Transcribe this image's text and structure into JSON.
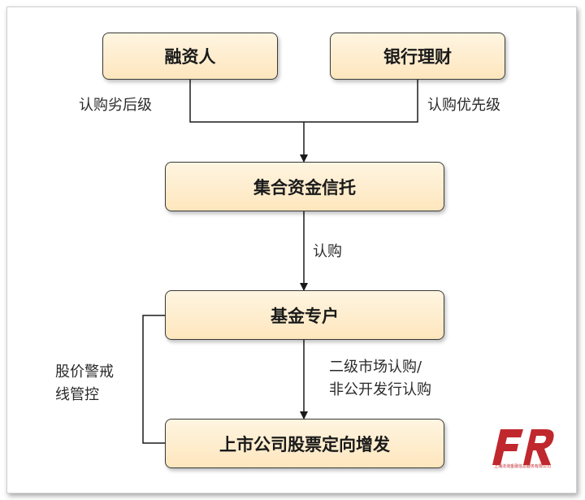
{
  "nodes": {
    "financier": "融资人",
    "bank_wealth": "银行理财",
    "trust": "集合资金信托",
    "fund": "基金专户",
    "placement": "上市公司股票定向增发"
  },
  "edges": {
    "subordinate": "认购劣后级",
    "senior": "认购优先级",
    "subscribe": "认购",
    "market_line1": "二级市场认购/",
    "market_line2": "非公开发行认购",
    "warning_line1": "股价警戒",
    "warning_line2": "线管控"
  },
  "logo": {
    "text": "FR",
    "subtitle": "上海法询金融信息服务有限公司",
    "color": "#c0282d"
  }
}
